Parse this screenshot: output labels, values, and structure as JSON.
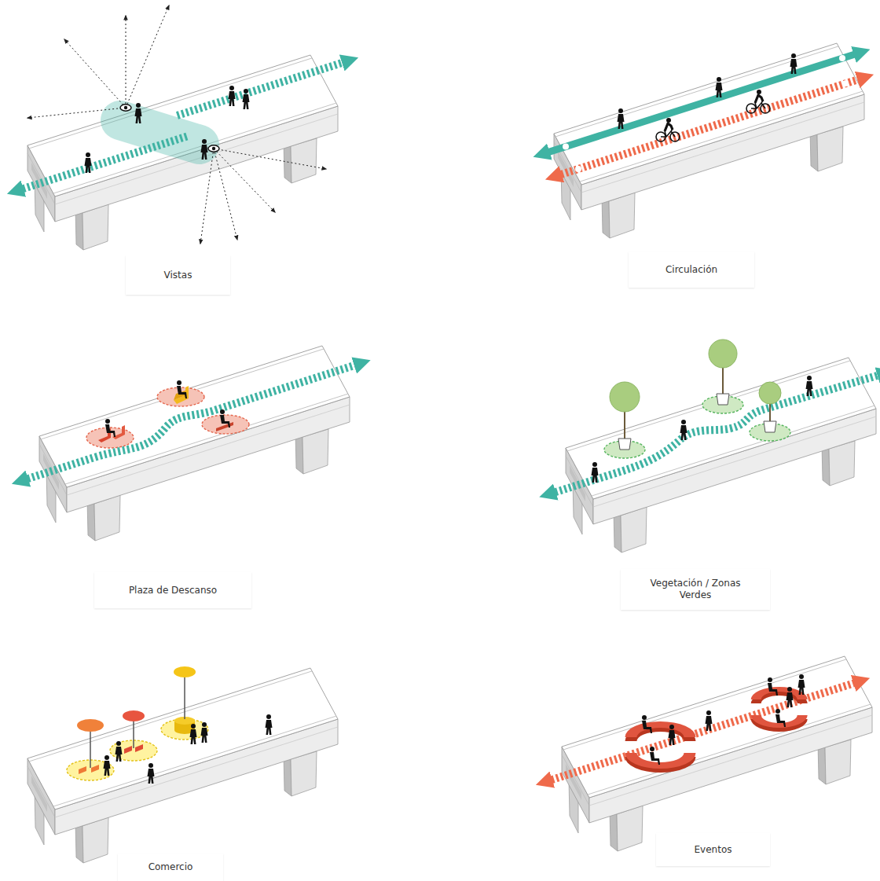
{
  "diagram": {
    "nodes": [
      {
        "text": [
          "Vistas"
        ]
      },
      {
        "text": [
          "Circulación"
        ]
      },
      {
        "text": [
          "Plaza de Descanso"
        ]
      },
      {
        "text": [
          "Vegetación / Zonas Verdes"
        ]
      },
      {
        "text": [
          "Comercio"
        ]
      },
      {
        "text": [
          "Eventos"
        ]
      }
    ]
  }
}
